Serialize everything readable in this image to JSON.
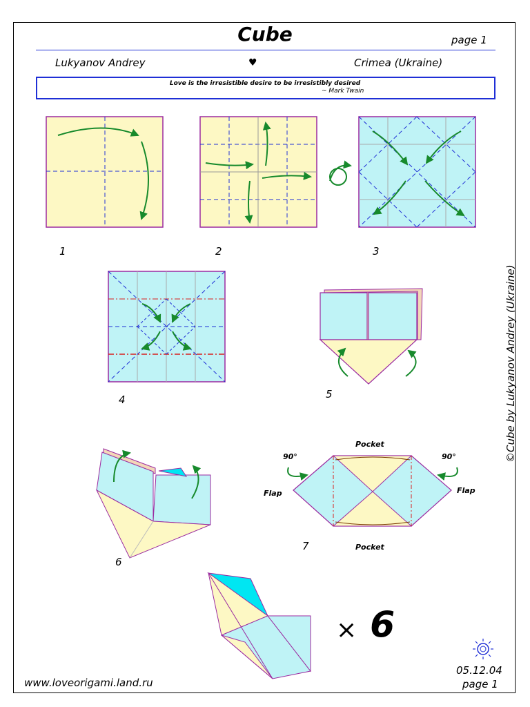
{
  "header": {
    "title": "Cube",
    "page": "page 1",
    "author": "Lukyanov Andrey",
    "heart": "♥",
    "location": "Crimea (Ukraine)"
  },
  "quote": {
    "text": "Love is the irresistible desire to be irresistibly desired",
    "attribution": "~ Mark Twain"
  },
  "steps": {
    "s1": "1",
    "s2": "2",
    "s3": "3",
    "s4": "4",
    "s5": "5",
    "s6": "6",
    "s7": "7"
  },
  "step7": {
    "pocket_top": "Pocket",
    "pocket_bottom": "Pocket",
    "angle_left": "90°",
    "angle_right": "90°",
    "flap_left": "Flap",
    "flap_right": "Flap"
  },
  "multiplier": {
    "times": "×",
    "count": "6"
  },
  "copyright": "©Cube by Lukyanov Andrey (Ukraine)",
  "footer": {
    "website": "www.loveorigami.land.ru",
    "date": "05.12.04",
    "page": "page 1"
  },
  "colors": {
    "paper_yellow": "#fdf8c4",
    "paper_blue": "#bff3f6",
    "border_purple": "#9b2aa0",
    "fold_blue": "#1f2fd6",
    "arrow_green": "#178a2c",
    "mountain_red": "#d81f1f",
    "cyan_flap": "#00e6f2"
  }
}
